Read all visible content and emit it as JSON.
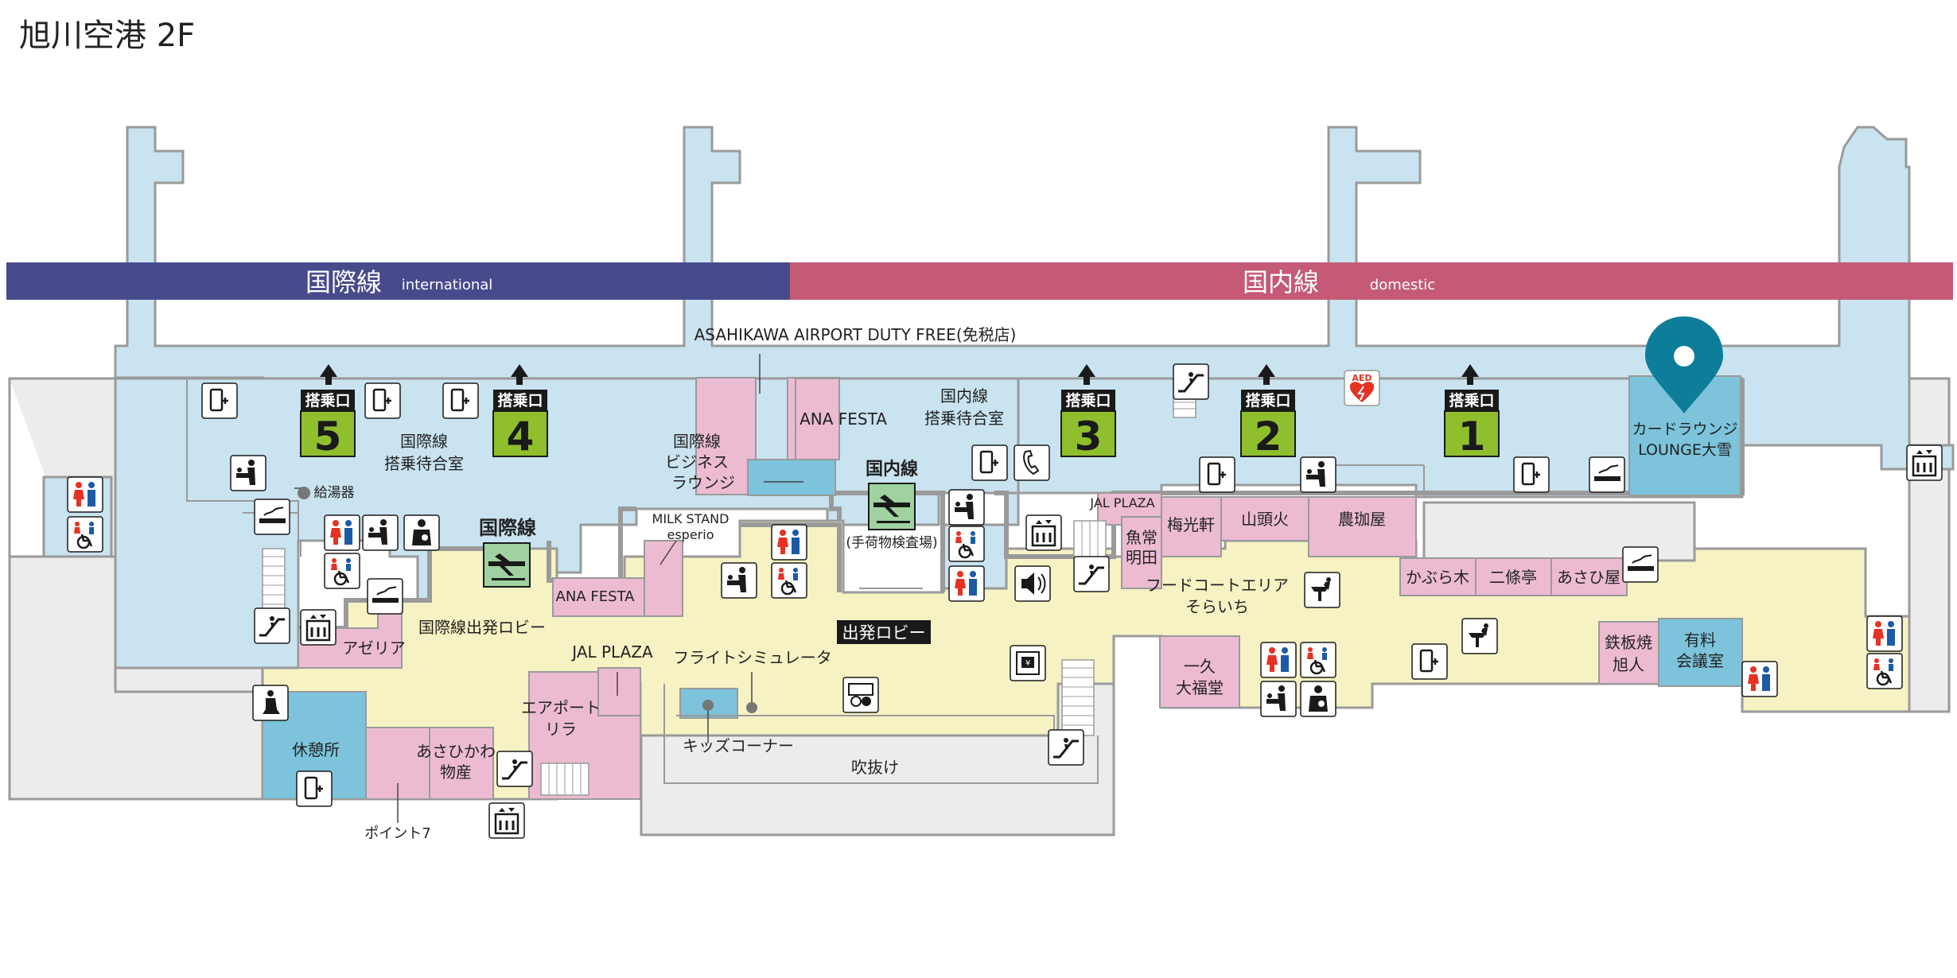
{
  "title": "旭川空港 2F",
  "colors": {
    "international": "#474b8c",
    "domestic": "#c55a76",
    "airside": "#c9e3f0",
    "lobby": "#f7f2c3",
    "shop": "#ecbbd2",
    "lounge": "#7cc3db",
    "outside": "#ececec",
    "gate": "#8fbf2c",
    "pin": "#0e7d99"
  },
  "bands": {
    "international": {
      "label": "国際線",
      "sub": "international"
    },
    "domestic": {
      "label": "国内線",
      "sub": "domestic"
    }
  },
  "gate_prefix": "搭乗口",
  "gates": [
    "5",
    "4",
    "3",
    "2",
    "1"
  ],
  "labels": {
    "duty_free": "ASAHIKAWA AIRPORT DUTY FREE(免税店)",
    "intl_wait_1": "国際線",
    "intl_wait_2": "搭乗待合室",
    "dom_wait_1": "国内線",
    "dom_wait_2": "搭乗待合室",
    "ana_festa": "ANA FESTA",
    "business_1": "国際線",
    "business_2": "ビジネス",
    "business_3": "ラウンジ",
    "milk_1": "MILK STAND",
    "milk_2": "esperio",
    "ana_festa_2": "ANA FESTA",
    "kyuto": "給湯器",
    "intl_check": "国際線",
    "dom_check": "国内線",
    "baggage": "(手荷物検査場)",
    "jal_plaza_top": "JAL PLAZA",
    "uotsune_1": "魚常",
    "uotsune_2": "明田",
    "baikouken": "梅光軒",
    "santouka": "山頭火",
    "noukouya": "農珈屋",
    "card_lounge_1": "カードラウンジ",
    "card_lounge_2": "LOUNGE大雪",
    "foodcourt_1": "フードコートエリア",
    "foodcourt_2": "そらいち",
    "kaburagi": "かぶら木",
    "nijoutei": "二條亭",
    "asahiya": "あさひ屋",
    "teppan_1": "鉄板焼",
    "teppan_2": "旭人",
    "meeting_1": "有料",
    "meeting_2": "会議室",
    "departure": "出発ロビー",
    "intl_departure": "国際線出発ロビー",
    "azalea": "アゼリア",
    "jal_plaza": "JAL PLAZA",
    "flight_sim": "フライトシミュレータ",
    "airport_1": "エアポート",
    "airport_2": "リラ",
    "kids": "キッズコーナー",
    "fukinuke": "吹抜け",
    "kyukei": "休憩所",
    "bussan_1": "あさひかわ",
    "bussan_2": "物産",
    "point7": "ポイント7",
    "ikkyu_1": "一久",
    "ikkyu_2": "大福堂",
    "aed": "AED"
  },
  "icons": [
    "charging-icon",
    "toilet-icon",
    "accessible-toilet-icon",
    "baby-care-icon",
    "nursing-room-icon",
    "smoking-icon",
    "escalator-icon",
    "elevator-icon",
    "payphone-icon",
    "drinking-fountain-icon",
    "prayer-room-icon",
    "atm-icon",
    "currency-exchange-icon",
    "speaker-icon",
    "aed-icon",
    "location-pin-icon"
  ]
}
